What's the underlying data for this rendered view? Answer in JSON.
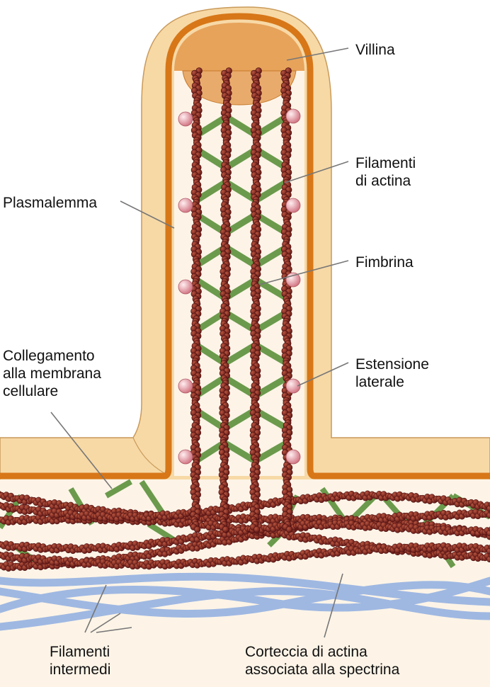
{
  "labels": {
    "villina": "Villina",
    "filamenti_actina": "Filamenti\ndi actina",
    "plasmalemma": "Plasmalemma",
    "fimbrina": "Fimbrina",
    "collegamento": "Collegamento\nalla membrana\ncellulare",
    "estensione": "Estensione\nlaterale",
    "filamenti_intermedi": "Filamenti\nintermedi",
    "corteccia": "Corteccia di actina\nassociata alla spectrina"
  },
  "colors": {
    "cytoplasm": "#f7d9a6",
    "membrane": "#d77718",
    "villin_cap": "#e7a35a",
    "actin_bead": "#7a1e1e",
    "fimbrin": "#6b9a4c",
    "lateral_extension": "#f2b2bc",
    "intermediate_filament": "#9fb8e2",
    "leader_line": "#777777"
  }
}
